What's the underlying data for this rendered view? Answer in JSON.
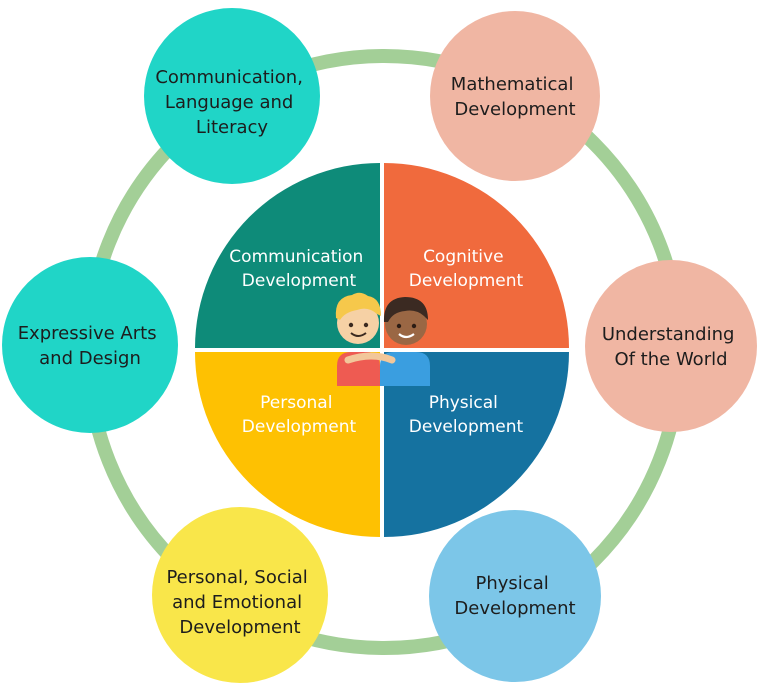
{
  "colors": {
    "ring": "#a3cf97",
    "teal": "#20d5c7",
    "salmon": "#f0b6a3",
    "light_blue": "#7cc6e8",
    "yellow": "#f9e64a",
    "q_comm": "#0e8b79",
    "q_cog": "#f06a3d",
    "q_pers": "#fec102",
    "q_phys": "#1572a0"
  },
  "outer_areas": {
    "communication": [
      "Communication,",
      "Language and",
      "Literacy"
    ],
    "mathematical": [
      "Mathematical",
      "Development"
    ],
    "understanding": [
      "Understanding",
      "Of the World"
    ],
    "physical": [
      "Physical",
      "Development"
    ],
    "personal_social": [
      "Personal, Social",
      "and Emotional",
      "Development"
    ],
    "expressive": [
      "Expressive Arts",
      "and Design"
    ]
  },
  "center": {
    "communication": [
      "Communication",
      "Development"
    ],
    "cognitive": [
      "Cognitive",
      "Development"
    ],
    "personal": [
      "Personal",
      "Development"
    ],
    "physical": [
      "Physical",
      "Development"
    ]
  },
  "icon": "two-children-icon"
}
